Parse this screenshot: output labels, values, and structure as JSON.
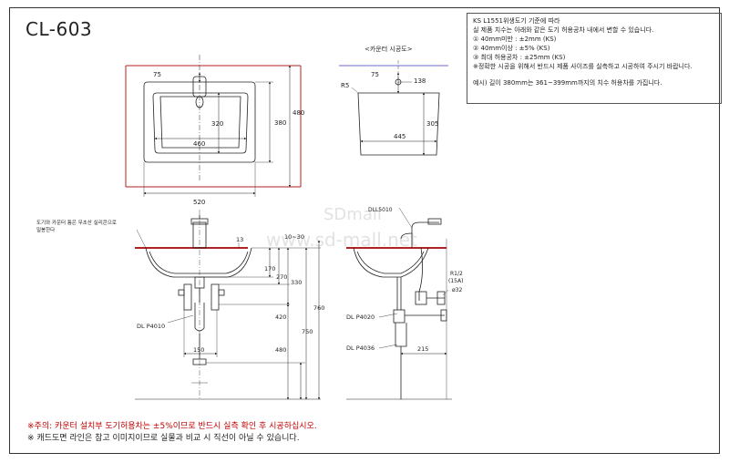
{
  "model": "CL-603",
  "spec_box": {
    "lines": [
      "KS L1551위생도기 기준에 따라",
      "실 제품 치수는 아래와 같은 도기 허용공차 내에서 변할 수 있습니다.",
      "① 40mm미만 : ±2mm        (KS)",
      "② 40mm이상 : ±5%          (KS)",
      "③ 최대 허용공차 : ±25mm   (KS)",
      "※정확한 시공을 위해서 반드시 제품 사이즈를 실측하고 시공하여 주시기 바랍니다."
    ],
    "example": "예시) 길이 380mm는 361~399mm까지의 치수 허용차를 가집니다."
  },
  "top_view": {
    "dims": {
      "d75": "75",
      "d320": "320",
      "d380": "380",
      "d460": "460",
      "d480": "480",
      "d520": "520"
    }
  },
  "counter_view": {
    "title": "<카운터 시공도>",
    "dims": {
      "d75": "75",
      "d138": "138",
      "r5": "R5",
      "d305": "305",
      "d445": "445"
    }
  },
  "front_view": {
    "note_line1": "도기와 카운터 틈은 무초산 실리콘으로",
    "note_line2": "밀봉한다",
    "trap_label": "DL P4010",
    "dims": {
      "d13": "13",
      "d10_30": "10~30",
      "d170": "170",
      "d270": "270",
      "d330": "330",
      "d420": "420",
      "d480": "480",
      "d750": "750",
      "d760": "760",
      "d150": "150"
    }
  },
  "side_view": {
    "faucet_label": "DLL5010",
    "trap_label_upper": "DL P4020",
    "trap_label_lower": "DL P4036",
    "pipe_label_1": "R1/2",
    "pipe_label_2": "(15A)",
    "pipe_label_3": "ø32",
    "dims": {
      "d215": "215"
    }
  },
  "watermark": {
    "line1": "SDmall",
    "line2": "www.sd-mall.net"
  },
  "notes": {
    "warning": "※주의: 카운터 설치부 도기허용차는 ±5%이므로 반드시 실측 확인 후 시공하십시오.",
    "info": "※ 캐드도면 라인은 참고 이미지이므로 실물과 비교 시 직선이 아닐 수 있습니다."
  },
  "colors": {
    "counter": "#b22222",
    "line": "#222222",
    "counter_line": "#6b6bd6"
  }
}
